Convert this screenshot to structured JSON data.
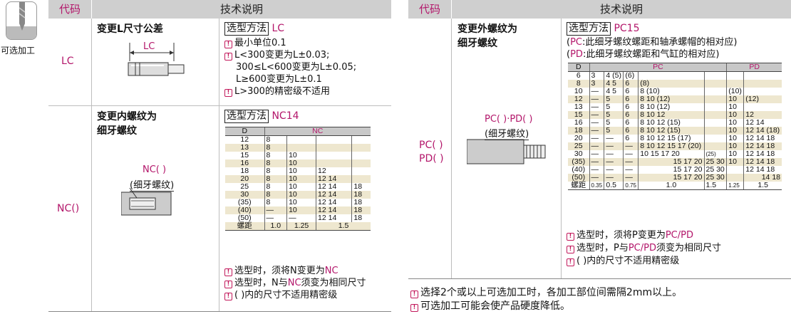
{
  "left_icon": {
    "label": "可选加工"
  },
  "headers": {
    "code": "代码",
    "desc": "技术说明"
  },
  "lc": {
    "code": "LC",
    "title": "变更L尺寸公差",
    "method_label": "选型方法",
    "method_code": "LC",
    "fig_label": "LC",
    "notes": [
      "最小单位0.1",
      "L<300变更为L±0.03;",
      "300≤L<600变更为L±0.05;",
      "L≥600变更为L±0.1",
      "L>300的精密级不适用"
    ]
  },
  "nc": {
    "code": "NC()",
    "title1": "变更内螺纹为",
    "title2": "细牙螺纹",
    "method_label": "选型方法",
    "method_code": "NC14",
    "fig_label1": "NC( )",
    "fig_label2": "(细牙螺纹)",
    "table": {
      "headers": [
        "D",
        "NC"
      ],
      "rows": [
        [
          "12",
          "8",
          "",
          "",
          ""
        ],
        [
          "13",
          "8",
          "",
          "",
          ""
        ],
        [
          "15",
          "8",
          "10",
          "",
          ""
        ],
        [
          "16",
          "8",
          "10",
          "",
          ""
        ],
        [
          "18",
          "8",
          "10",
          "12",
          ""
        ],
        [
          "20",
          "8",
          "10",
          "12 14",
          ""
        ],
        [
          "25",
          "8",
          "10",
          "12 14",
          "18"
        ],
        [
          "30",
          "8",
          "10",
          "12 14",
          "18"
        ],
        [
          "(35)",
          "8",
          "10",
          "12 14",
          "18"
        ],
        [
          "(40)",
          "—",
          "10",
          "12 14",
          "18"
        ],
        [
          "(50)",
          "—",
          "—",
          "12 14",
          "18"
        ],
        [
          "螺距",
          "1.0",
          "1.25",
          "1.5",
          ""
        ]
      ]
    },
    "notes": [
      "选型时，须将N变更为NC",
      "选型时，N与NC须变为相同尺寸",
      "( )内的尺寸不适用精密级"
    ],
    "note_hl": [
      "NC",
      "NC"
    ]
  },
  "pc": {
    "code1": "PC( )",
    "code2": "PD( )",
    "title1": "变更外螺纹为",
    "title2": "细牙螺纹",
    "method_label": "选型方法",
    "method_code": "PC15",
    "line1_hl": "PC",
    "line1_rest": ":此细牙螺纹螺距和轴承螺帽的相对应)",
    "line2_hl": "PD",
    "line2_rest": ":此细牙螺纹螺距和气缸的相对应)",
    "fig_label1": "PC( )·PD( )",
    "fig_label2": "(细牙螺纹)",
    "table": {
      "headers": [
        "D",
        "PC",
        "PD"
      ],
      "rows": [
        [
          "6",
          "3",
          "4 (5)",
          "(6)",
          "",
          "",
          "",
          ""
        ],
        [
          "8",
          "3",
          "4  5",
          "6",
          "(8)",
          "",
          "",
          ""
        ],
        [
          "10",
          "—",
          "4  5",
          "6",
          "8 (10)",
          "",
          "(10)",
          ""
        ],
        [
          "12",
          "—",
          "5",
          "6",
          "8 10 (12)",
          "",
          "10",
          "(12)"
        ],
        [
          "13",
          "—",
          "5",
          "6",
          "8 10 (12)",
          "",
          "10",
          ""
        ],
        [
          "15",
          "—",
          "5",
          "6",
          "8 10 12",
          "",
          "10",
          "12"
        ],
        [
          "16",
          "—",
          "5",
          "6",
          "8 10 12 (15)",
          "",
          "10",
          "12 14"
        ],
        [
          "18",
          "—",
          "5",
          "6",
          "8 10 12 (15)",
          "",
          "10",
          "12 14 (18)"
        ],
        [
          "20",
          "—",
          "—",
          "6",
          "8 10 12 15 (17)",
          "",
          "10",
          "12 14 18"
        ],
        [
          "25",
          "—",
          "—",
          "—",
          "8 10 12 15 17 (20)",
          "",
          "10",
          "12 14 18"
        ],
        [
          "30",
          "—",
          "—",
          "—",
          "10  15 17 20",
          "(25)",
          "10",
          "12 14 18"
        ],
        [
          "(35)",
          "—",
          "—",
          "—",
          "15 17 20",
          "25 30",
          "10",
          "12 14 18"
        ],
        [
          "(40)",
          "—",
          "—",
          "—",
          "15 17 20",
          "25 30",
          "",
          "12 14 18"
        ],
        [
          "(50)",
          "—",
          "—",
          "—",
          "15 17 20",
          "25 30",
          "",
          "14 18"
        ],
        [
          "螺距",
          "0.35",
          "0.5",
          "0.75",
          "1.0",
          "1.5",
          "1.25",
          "1.5"
        ]
      ]
    },
    "notes": [
      "选型时，须将P变更为PC/PD",
      "选型时，P与PC/PD须变为相同尺寸",
      "( )内的尺寸不适用精密级"
    ],
    "note_hl": [
      "PC/PD",
      "PC/PD"
    ]
  },
  "footer": [
    "选择2个或以上可选加工时，各加工部位间需隔2mm以上。",
    "可选加工可能会使产品硬度降低。"
  ]
}
